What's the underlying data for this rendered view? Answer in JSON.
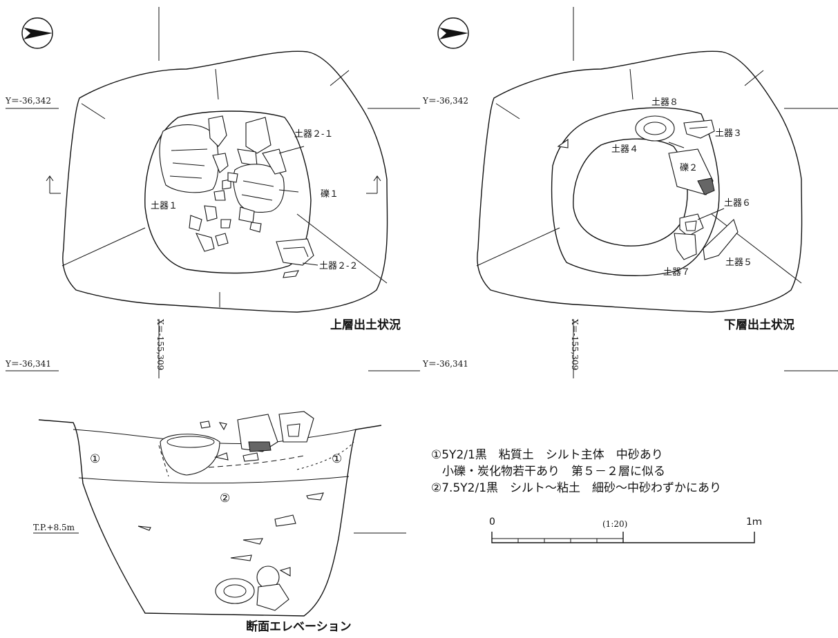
{
  "plan_upper": {
    "title": "上層出土状況",
    "labels": {
      "pottery1": "土器１",
      "pottery2_1": "土器２-１",
      "pottery2_2": "土器２-２",
      "stone1": "礫１"
    }
  },
  "plan_lower": {
    "title": "下層出土状況",
    "labels": {
      "pottery3": "土器３",
      "pottery4": "土器４",
      "pottery5": "土器５",
      "pottery6": "土器６",
      "pottery7": "土器７",
      "pottery8": "土器８",
      "stone2": "礫２"
    }
  },
  "coordinates": {
    "y_upper": "Y＝-36,342",
    "y_lower": "Y＝-36,341",
    "x_line": "X＝-155,309",
    "tp": "T.P.+8.5m"
  },
  "section": {
    "title": "断面エレベーション",
    "layer1_mark": "①",
    "layer2_mark": "②"
  },
  "legend": {
    "line1": "①5Y2/1黒　粘質土　シルト主体　中砂あり",
    "line2": "小礫・炭化物若干あり　第５－２層に似る",
    "line3": "②7.5Y2/1黒　シルト～粘土　細砂～中砂わずかにあり"
  },
  "scale": {
    "zero": "0",
    "one": "1ｍ",
    "ratio": "(1:20)"
  }
}
